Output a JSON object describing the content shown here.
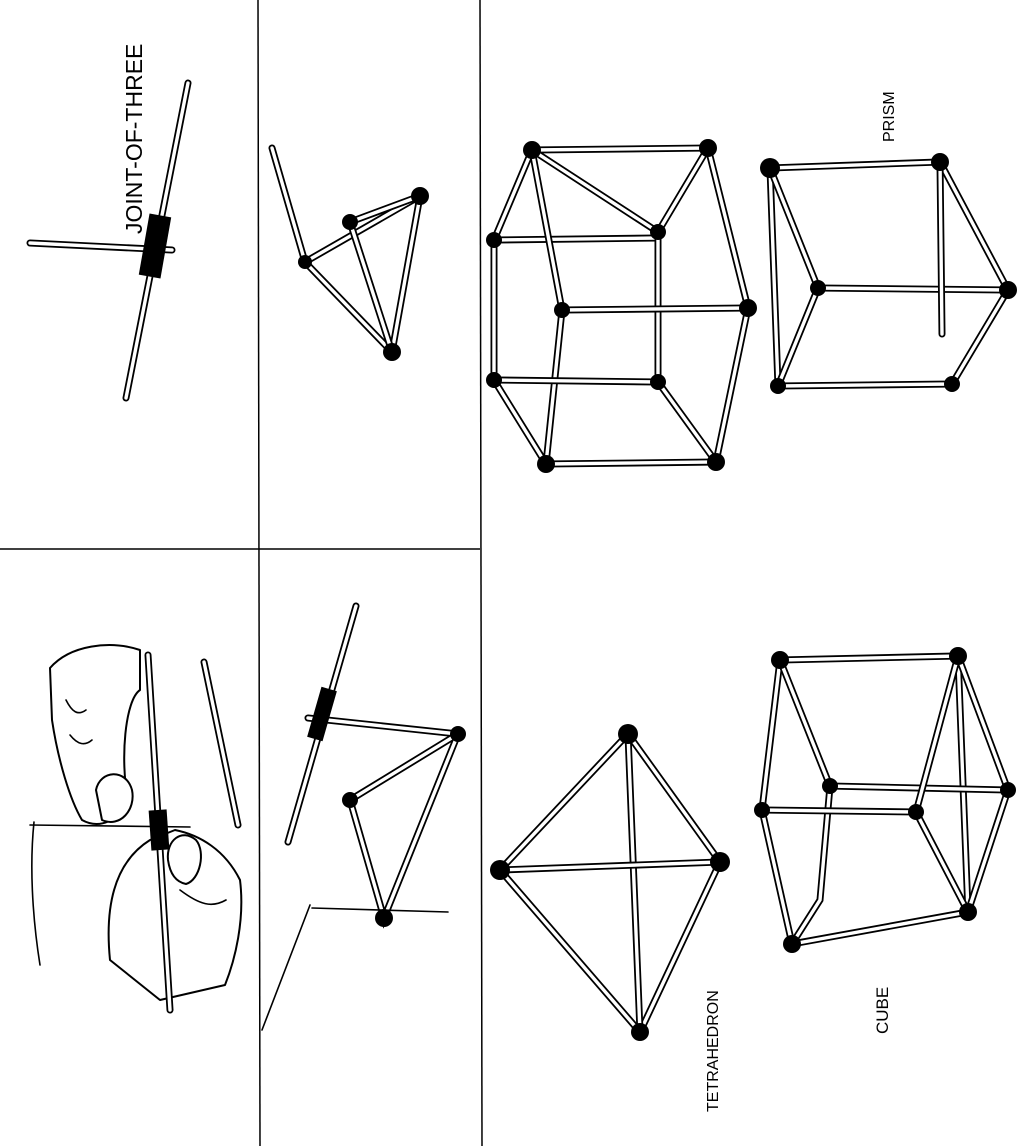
{
  "labels": {
    "joint_of_three": "JOINT-OF-THREE",
    "prism": "PRISM",
    "tetrahedron": "TETRAHEDRON",
    "cube": "CUBE"
  }
}
